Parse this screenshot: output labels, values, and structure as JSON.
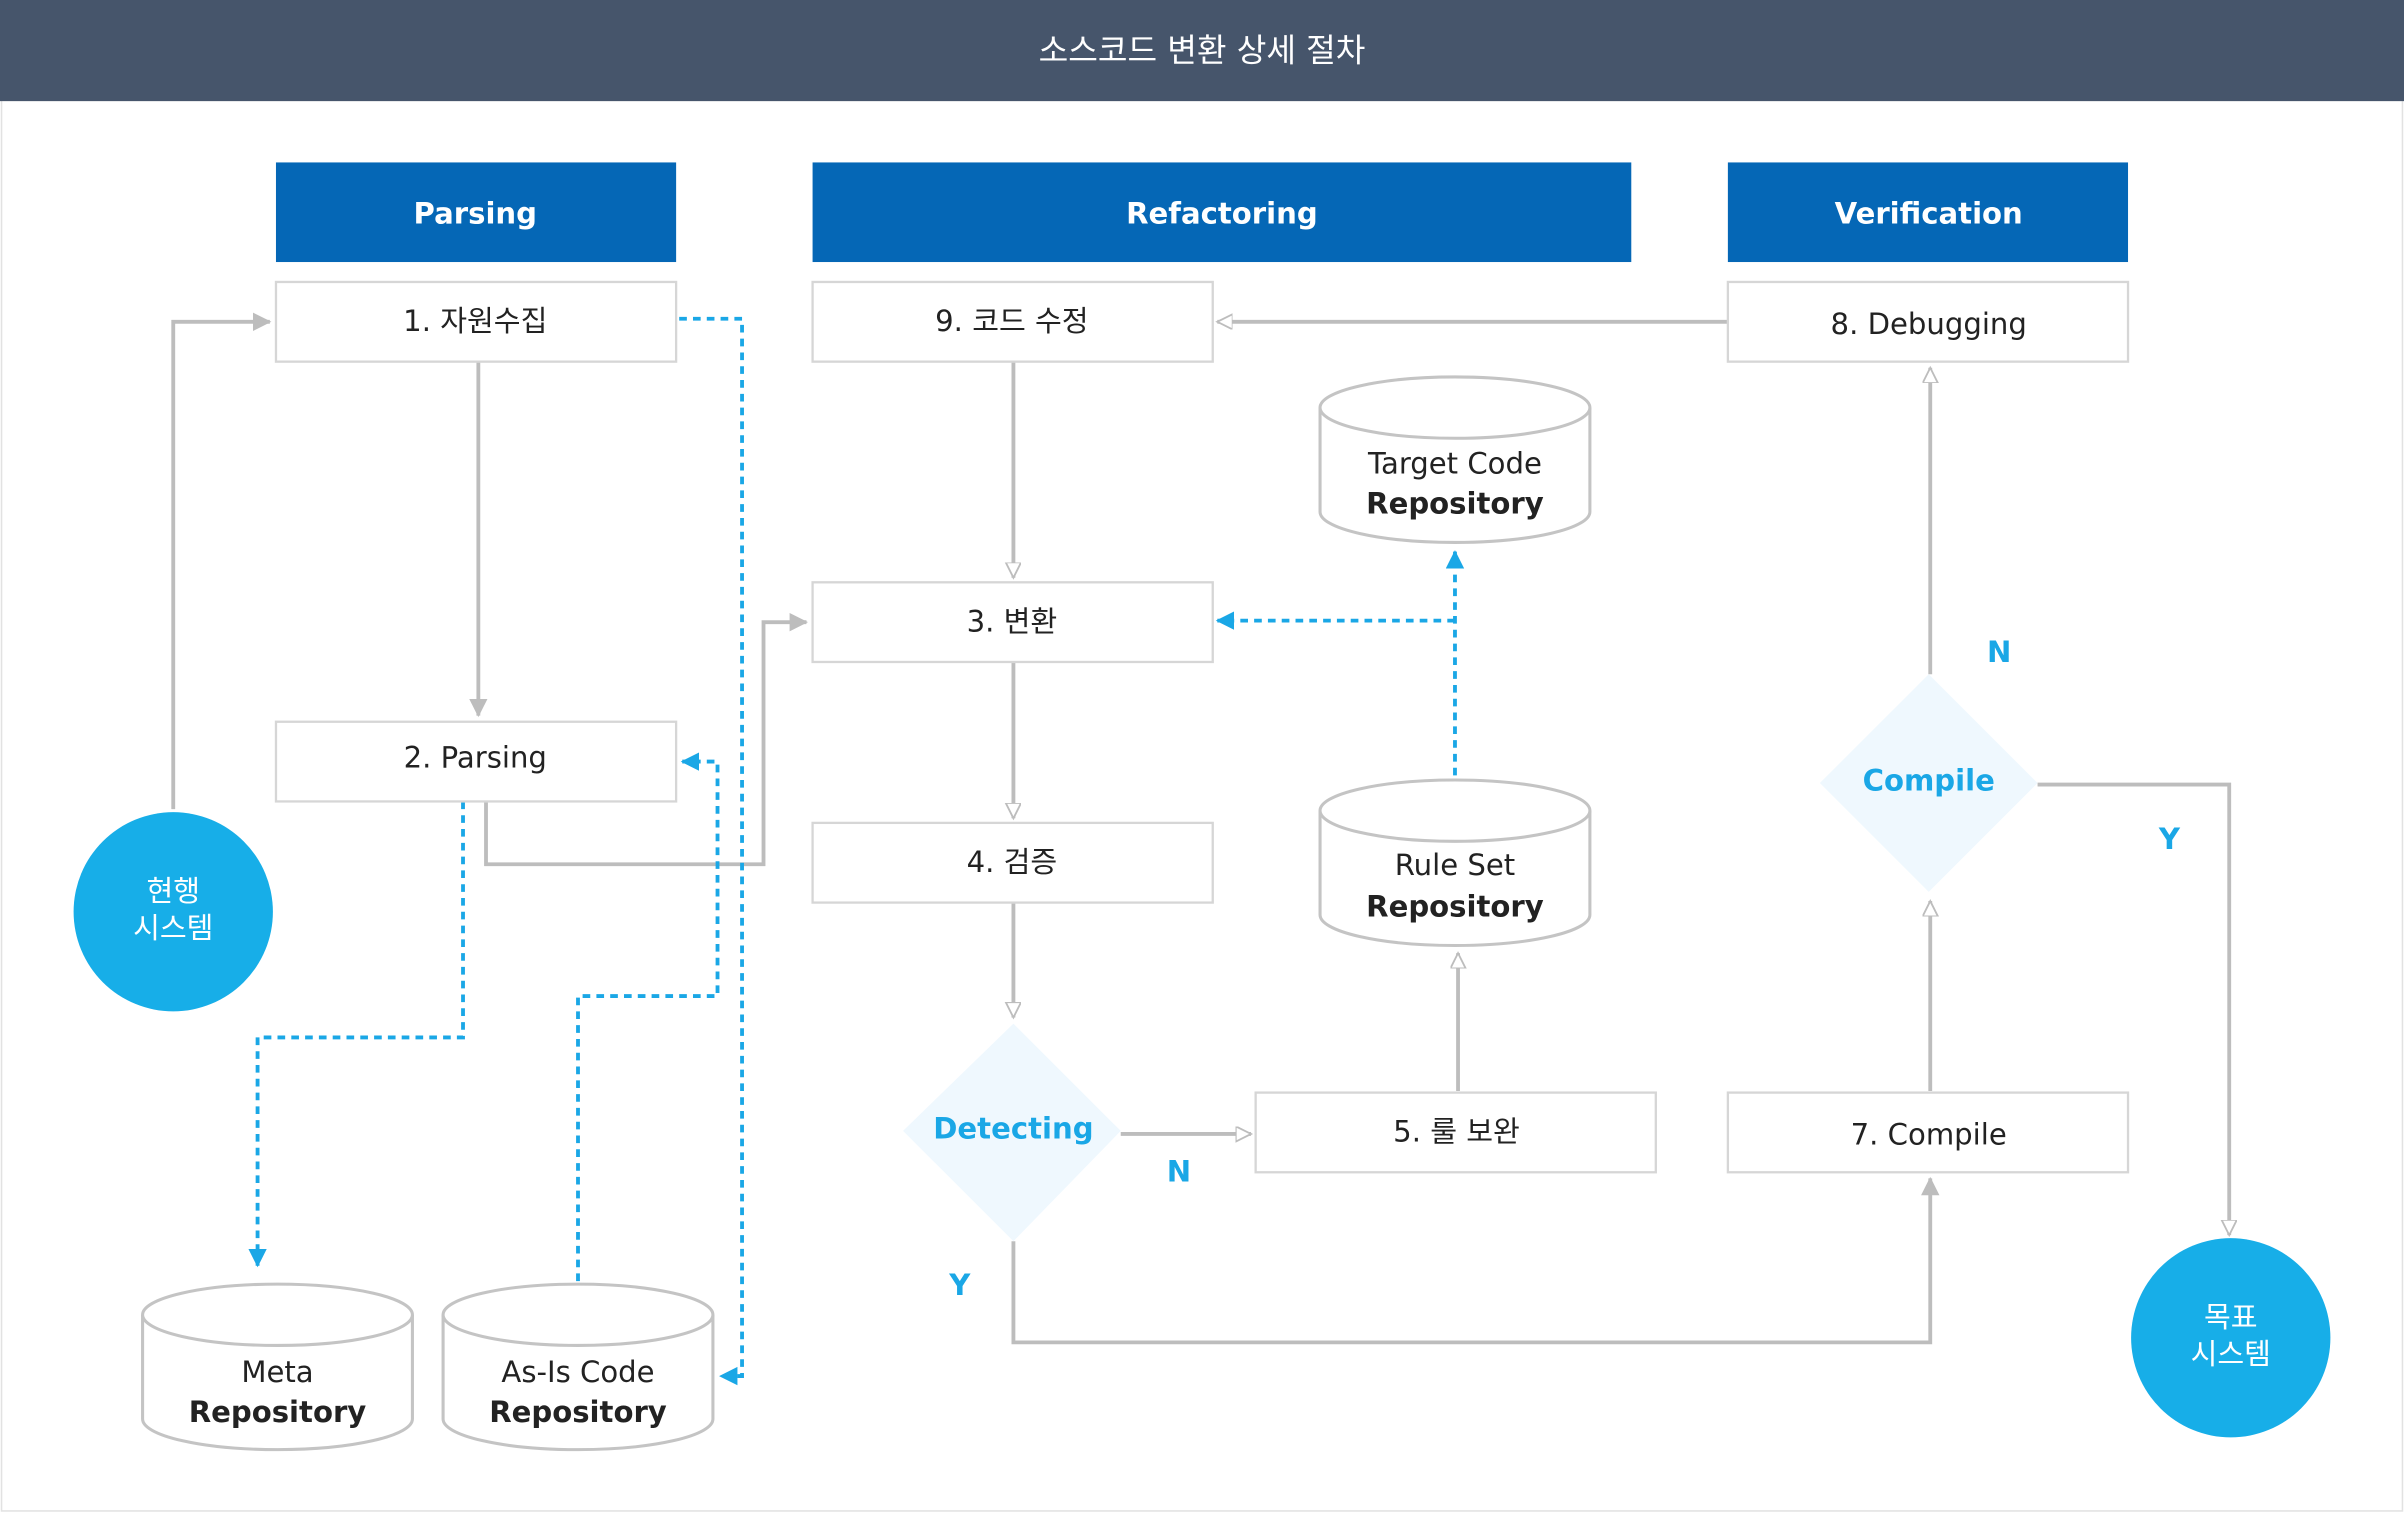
{
  "title": "소스코드 변환 상세 절차",
  "phases": [
    "Parsing",
    "Refactoring",
    "Verification"
  ],
  "steps": {
    "s1": "1. 자원수집",
    "s2": "2. Parsing",
    "s3": "3. 변환",
    "s4": "4. 검증",
    "s5": "5. 룰 보완",
    "s7": "7. Compile",
    "s8": "8. Debugging",
    "s9": "9. 코드 수정"
  },
  "decisions": {
    "detecting": "Detecting",
    "compile": "Compile"
  },
  "branch_labels": {
    "yes": "Y",
    "no": "N"
  },
  "repositories": {
    "target": [
      "Target Code",
      "Repository"
    ],
    "ruleset": [
      "Rule Set",
      "Repository"
    ],
    "meta": [
      "Meta",
      "Repository"
    ],
    "asis": [
      "As-Is Code",
      "Repository"
    ]
  },
  "systems": {
    "current": [
      "현행",
      "시스템"
    ],
    "target": [
      "목표",
      "시스템"
    ]
  },
  "colors": {
    "header": "#46556b",
    "phase": "#0567b6",
    "accent": "#1aa7e6",
    "line": "#bdbdbd"
  }
}
